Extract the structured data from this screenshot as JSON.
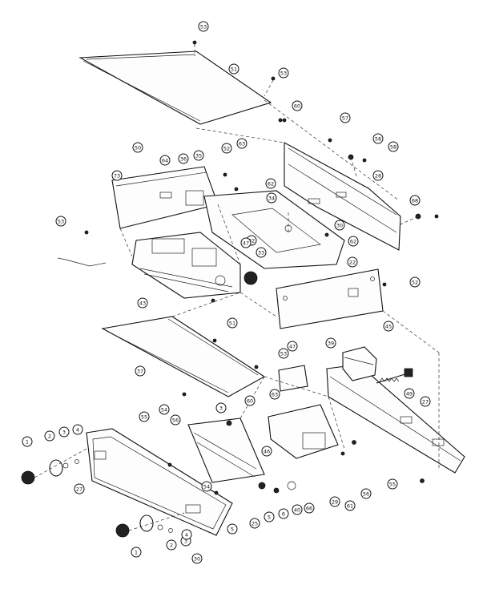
{
  "callouts": [
    {
      "label": "53"
    },
    {
      "label": "51"
    },
    {
      "label": "53"
    },
    {
      "label": "60"
    },
    {
      "label": "57"
    },
    {
      "label": "58"
    },
    {
      "label": "58"
    },
    {
      "label": "50"
    },
    {
      "label": "64"
    },
    {
      "label": "36"
    },
    {
      "label": "35"
    },
    {
      "label": "52"
    },
    {
      "label": "63"
    },
    {
      "label": "73"
    },
    {
      "label": "28"
    },
    {
      "label": "62"
    },
    {
      "label": "34"
    },
    {
      "label": "53"
    },
    {
      "label": "30"
    },
    {
      "label": "32"
    },
    {
      "label": "62"
    },
    {
      "label": "22"
    },
    {
      "label": "52"
    },
    {
      "label": "47"
    },
    {
      "label": "33"
    },
    {
      "label": "43"
    },
    {
      "label": "51"
    },
    {
      "label": "45"
    },
    {
      "label": "39"
    },
    {
      "label": "53"
    },
    {
      "label": "47"
    },
    {
      "label": "37"
    },
    {
      "label": "49"
    },
    {
      "label": "27"
    },
    {
      "label": "63"
    },
    {
      "label": "54"
    },
    {
      "label": "3"
    },
    {
      "label": "60"
    },
    {
      "label": "55"
    },
    {
      "label": "56"
    },
    {
      "label": "46"
    },
    {
      "label": "1"
    },
    {
      "label": "2"
    },
    {
      "label": "3"
    },
    {
      "label": "4"
    },
    {
      "label": "27"
    },
    {
      "label": "54"
    },
    {
      "label": "25"
    },
    {
      "label": "5"
    },
    {
      "label": "6"
    },
    {
      "label": "40"
    },
    {
      "label": "66"
    },
    {
      "label": "29"
    },
    {
      "label": "61"
    },
    {
      "label": "56"
    },
    {
      "label": "55"
    },
    {
      "label": "68"
    },
    {
      "label": "5"
    },
    {
      "label": "1"
    },
    {
      "label": "2"
    },
    {
      "label": "3"
    },
    {
      "label": "4"
    },
    {
      "label": "30"
    }
  ]
}
